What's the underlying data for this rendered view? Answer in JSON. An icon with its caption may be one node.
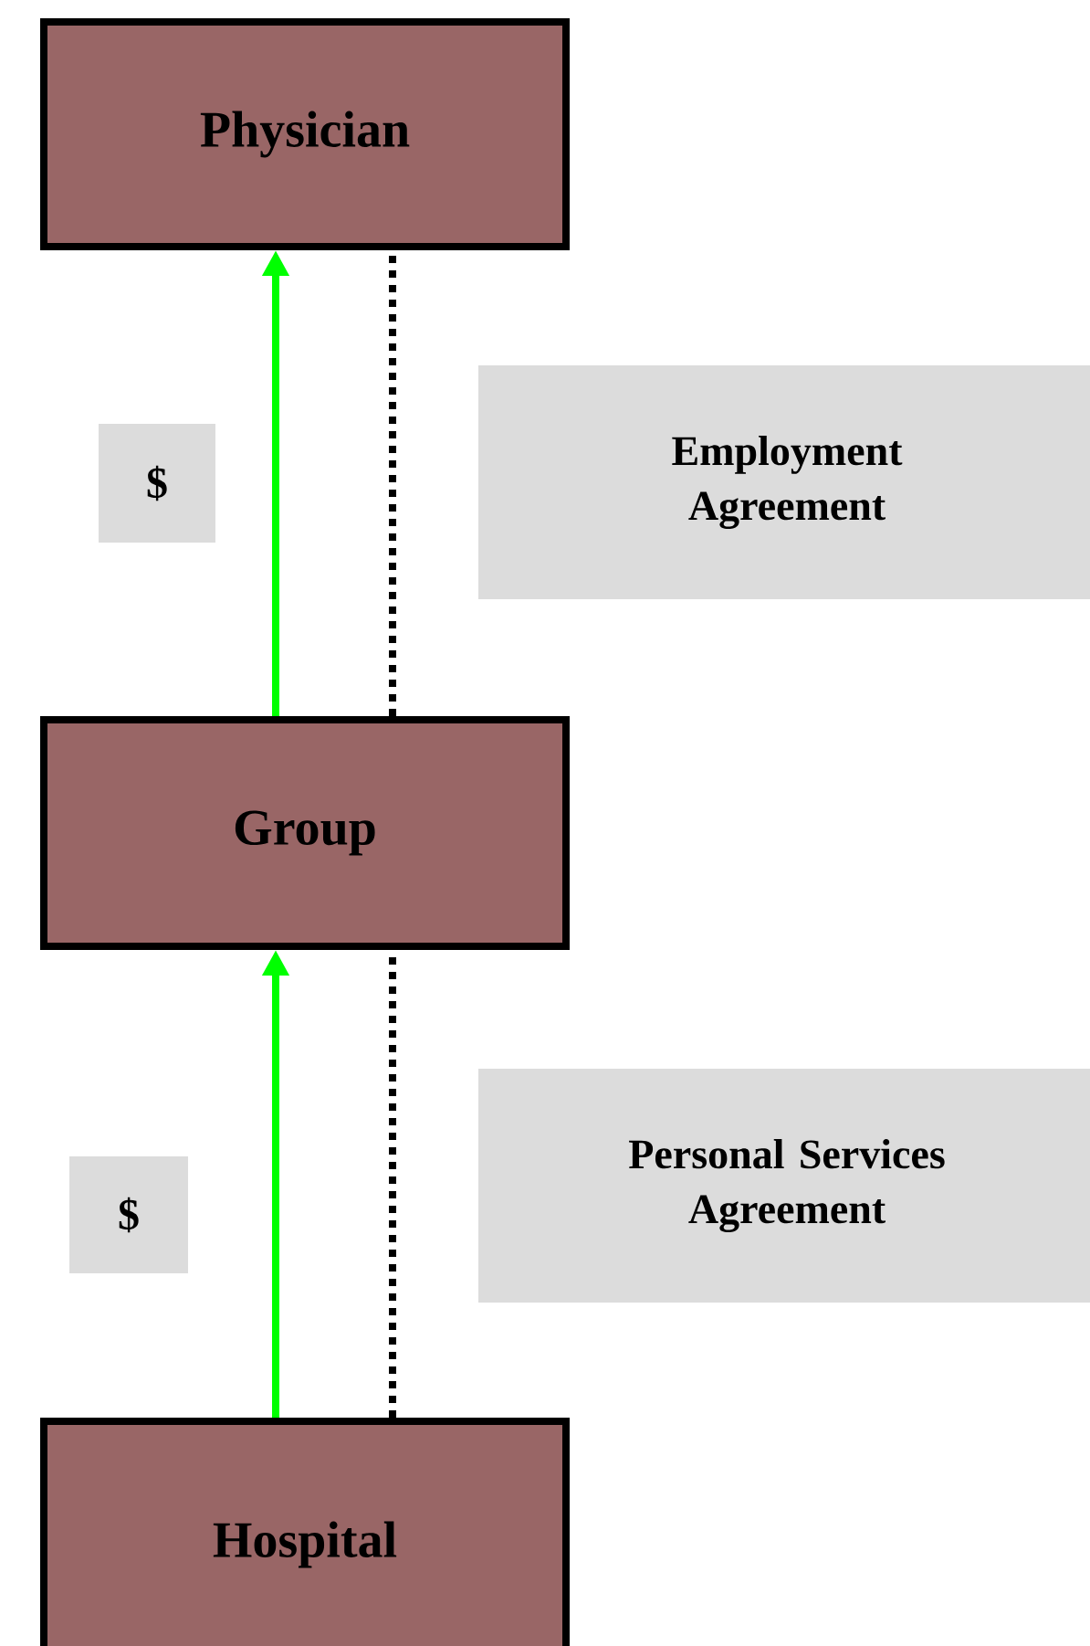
{
  "diagram": {
    "nodes": [
      {
        "text": [
          "Physician"
        ]
      },
      {
        "text": [
          "$"
        ]
      },
      {
        "text": [
          "Employment Agreement"
        ]
      },
      {
        "text": [
          "Group"
        ]
      },
      {
        "text": [
          "$"
        ]
      },
      {
        "text": [
          "Personal Services Agreement"
        ]
      },
      {
        "text": [
          "Hospital"
        ]
      }
    ],
    "edges": [
      {
        "from": 3,
        "to": 0,
        "arrow": "to",
        "color": "#00ff00"
      },
      {
        "from": 3,
        "to": 0,
        "arrow": "none",
        "style": "dashed",
        "color": "#000000"
      },
      {
        "from": 6,
        "to": 3,
        "arrow": "to",
        "color": "#00ff00"
      },
      {
        "from": 6,
        "to": 3,
        "arrow": "none",
        "style": "dashed",
        "color": "#000000"
      }
    ]
  }
}
